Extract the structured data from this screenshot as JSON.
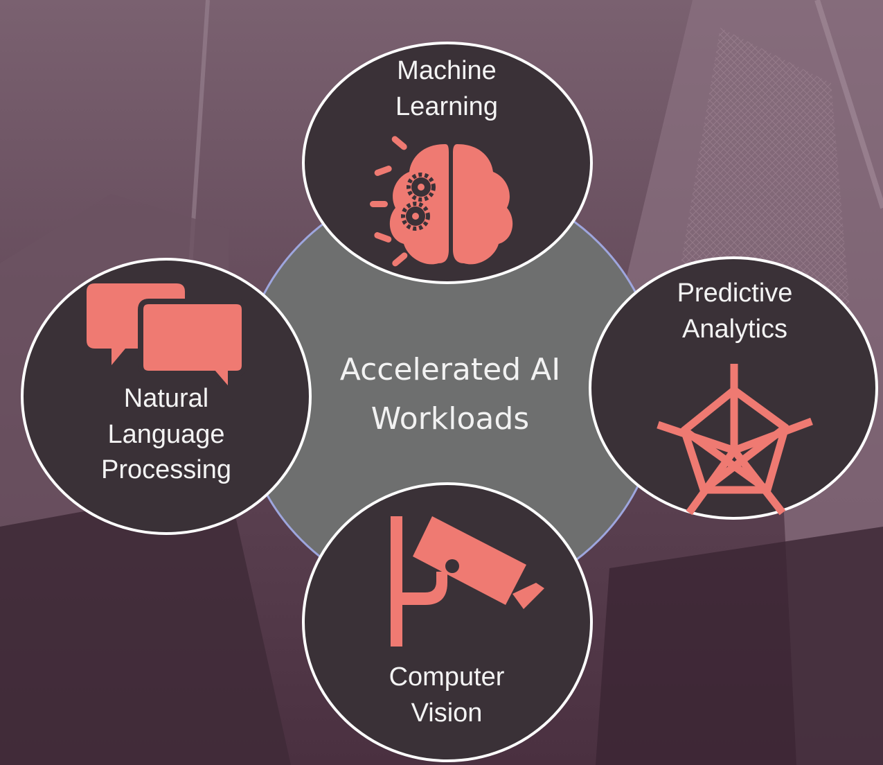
{
  "center": {
    "line1": "Accelerated AI",
    "line2": "Workloads"
  },
  "nodes": {
    "machine_learning": {
      "line1": "Machine",
      "line2": "Learning"
    },
    "predictive_analytics": {
      "line1": "Predictive",
      "line2": "Analytics"
    },
    "nlp": {
      "line1": "Natural",
      "line2": "Language",
      "line3": "Processing"
    },
    "computer_vision": {
      "line1": "Computer",
      "line2": "Vision"
    }
  },
  "colors": {
    "icon": "#ef7a72",
    "node_fill": "#3a3137",
    "node_border": "#ffffff",
    "center_fill": "#6e6f6f",
    "center_border": "#9ea6de",
    "background": "#5a3f4f"
  },
  "icons": {
    "machine_learning": "brain-gears-icon",
    "predictive_analytics": "radar-chart-icon",
    "nlp": "speech-bubbles-icon",
    "computer_vision": "security-camera-icon"
  }
}
